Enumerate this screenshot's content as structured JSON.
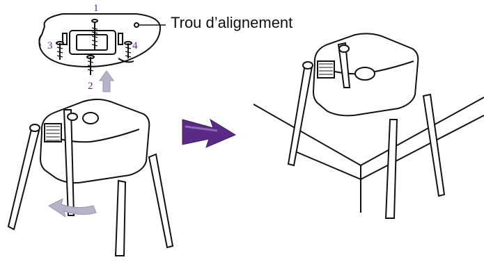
{
  "callout": {
    "label": "Trou d’alignement"
  },
  "screw_numbers": [
    "1",
    "2",
    "3",
    "4"
  ],
  "colors": {
    "accent": "#5b2a86",
    "arrow_light": "#b7b2c8",
    "line": "#111111"
  },
  "icons": {
    "install_arrow": "arrow-right-icon",
    "lift_arrow": "arrow-up-icon",
    "rotate_arrow": "rotate-arrow-icon"
  }
}
